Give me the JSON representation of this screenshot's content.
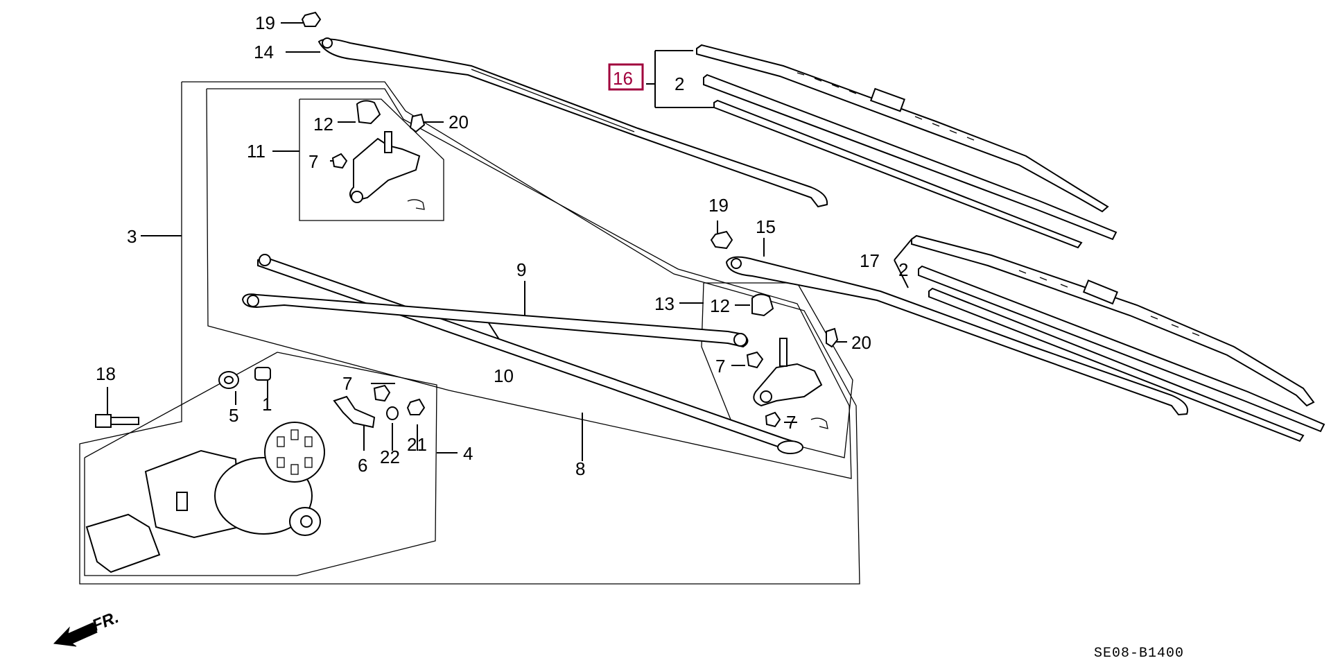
{
  "diagram": {
    "reference_code": "SE08-B1400",
    "direction_label": "FR.",
    "highlight_color": "#a0003c",
    "highlighted_part": "16",
    "callouts": {
      "c1": "1",
      "c2a": "2",
      "c2b": "2",
      "c3": "3",
      "c4": "4",
      "c5": "5",
      "c6": "6",
      "c7a": "7",
      "c7b": "7",
      "c7c": "7",
      "c7d": "7",
      "c8": "8",
      "c9": "9",
      "c10": "10",
      "c11": "11",
      "c12a": "12",
      "c12b": "12",
      "c13": "13",
      "c14": "14",
      "c15": "15",
      "c16": "16",
      "c17": "17",
      "c18": "18",
      "c19a": "19",
      "c19b": "19",
      "c20a": "20",
      "c20b": "20",
      "c21": "21",
      "c22": "22"
    }
  }
}
